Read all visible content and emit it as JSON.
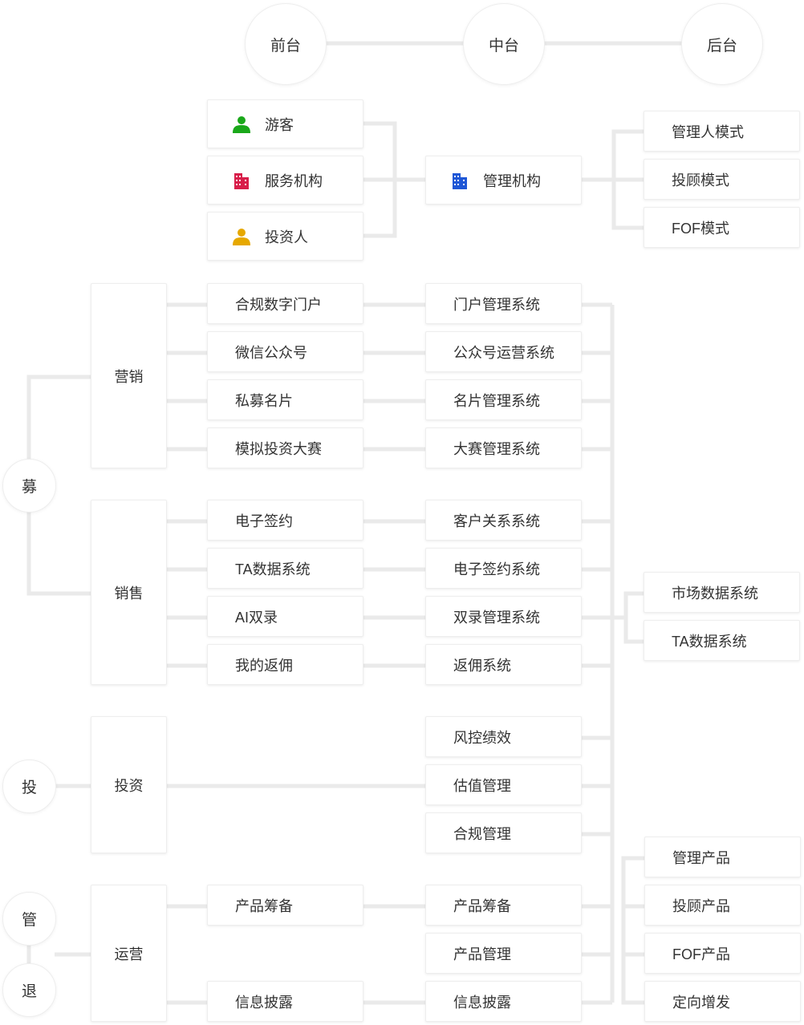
{
  "header": {
    "front": "前台",
    "middle": "中台",
    "back": "后台"
  },
  "users": [
    {
      "label": "游客",
      "icon": "person-icon",
      "color": "#1aa81a"
    },
    {
      "label": "服务机构",
      "icon": "building-icon",
      "color": "#d81e4a"
    },
    {
      "label": "投资人",
      "icon": "person-icon",
      "color": "#e6a800"
    }
  ],
  "org": {
    "label": "管理机构",
    "icon": "building-icon",
    "color": "#1f57d6"
  },
  "modes": [
    "管理人模式",
    "投顾模式",
    "FOF模式"
  ],
  "phases": {
    "raise": "募",
    "invest": "投",
    "manage": "管",
    "exit": "退"
  },
  "categories": {
    "marketing": "营销",
    "sales": "销售",
    "investment": "投资",
    "operations": "运营"
  },
  "front_items": {
    "marketing": [
      "合规数字门户",
      "微信公众号",
      "私募名片",
      "模拟投资大赛"
    ],
    "sales": [
      "电子签约",
      "TA数据系统",
      "AI双录",
      "我的返佣"
    ],
    "operations": [
      "产品筹备",
      "信息披露"
    ]
  },
  "middle_items": {
    "marketing": [
      "门户管理系统",
      "公众号运营系统",
      "名片管理系统",
      "大赛管理系统"
    ],
    "sales": [
      "客户关系系统",
      "电子签约系统",
      "双录管理系统",
      "返佣系统"
    ],
    "investment": [
      "风控绩效",
      "估值管理",
      "合规管理"
    ],
    "operations": [
      "产品筹备",
      "产品管理",
      "信息披露"
    ]
  },
  "back_data": [
    "市场数据系统",
    "TA数据系统"
  ],
  "back_products": [
    "管理产品",
    "投顾产品",
    "FOF产品",
    "定向增发"
  ]
}
